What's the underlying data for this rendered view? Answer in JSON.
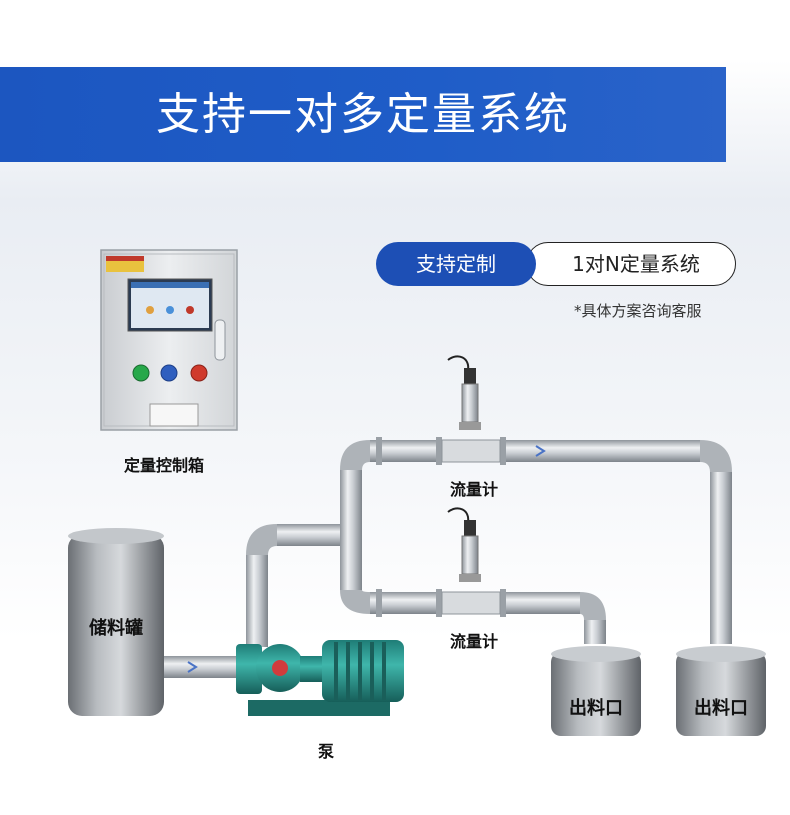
{
  "banner": {
    "title": "支持一对多定量系统"
  },
  "tags": {
    "primary": "支持定制",
    "secondary": "1对N定量系统"
  },
  "note": "*具体方案咨询客服",
  "labels": {
    "control_box": "定量控制箱",
    "flowmeter_top": "流量计",
    "flowmeter_bottom": "流量计",
    "storage_tank": "储料罐",
    "pump": "泵",
    "outlet_1": "出料口",
    "outlet_2": "出料口"
  },
  "colors": {
    "banner": "#1f5dc8",
    "pill": "#1d4fb5",
    "pump": "#2a9a92"
  }
}
